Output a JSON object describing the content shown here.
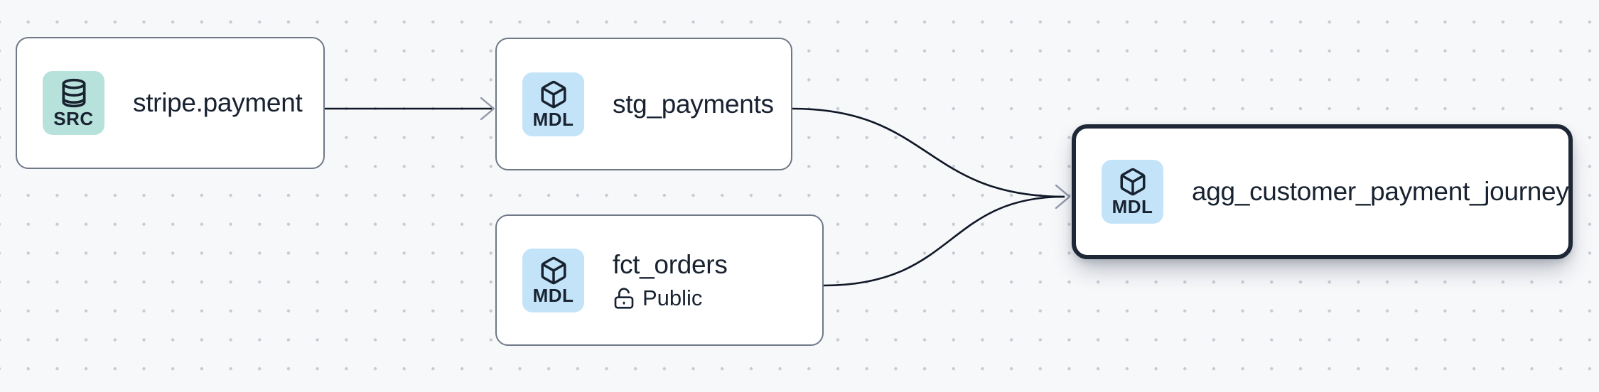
{
  "app": {
    "view": "data-lineage-graph"
  },
  "graph": {
    "nodes": [
      {
        "id": "stripe.payment",
        "label": "stripe.payment",
        "badge": "SRC",
        "kind": "source",
        "icon": "database-icon",
        "selected": false
      },
      {
        "id": "stg_payments",
        "label": "stg_payments",
        "badge": "MDL",
        "kind": "model",
        "icon": "cube-icon",
        "selected": false
      },
      {
        "id": "fct_orders",
        "label": "fct_orders",
        "badge": "MDL",
        "kind": "model",
        "icon": "cube-icon",
        "access": "Public",
        "access_icon": "lock-open-icon",
        "selected": false
      },
      {
        "id": "agg_customer_payment_journey",
        "label": "agg_customer_payment_journey",
        "badge": "MDL",
        "kind": "model",
        "icon": "cube-icon",
        "selected": true
      }
    ],
    "edges": [
      {
        "source": "stripe.payment",
        "target": "stg_payments"
      },
      {
        "source": "stg_payments",
        "target": "agg_customer_payment_journey"
      },
      {
        "source": "fct_orders",
        "target": "agg_customer_payment_journey"
      }
    ]
  },
  "colors": {
    "canvas_background": "#f7f8fa",
    "grid_dot": "#c6cbd4",
    "node_background": "#ffffff",
    "node_border": "#6e7887",
    "node_border_selected": "#1e2736",
    "source_badge_background": "#b7e1db",
    "model_badge_background": "#c3e4f8",
    "text": "#182230",
    "edge": "#0f1826",
    "arrowhead": "#8e97a7"
  }
}
